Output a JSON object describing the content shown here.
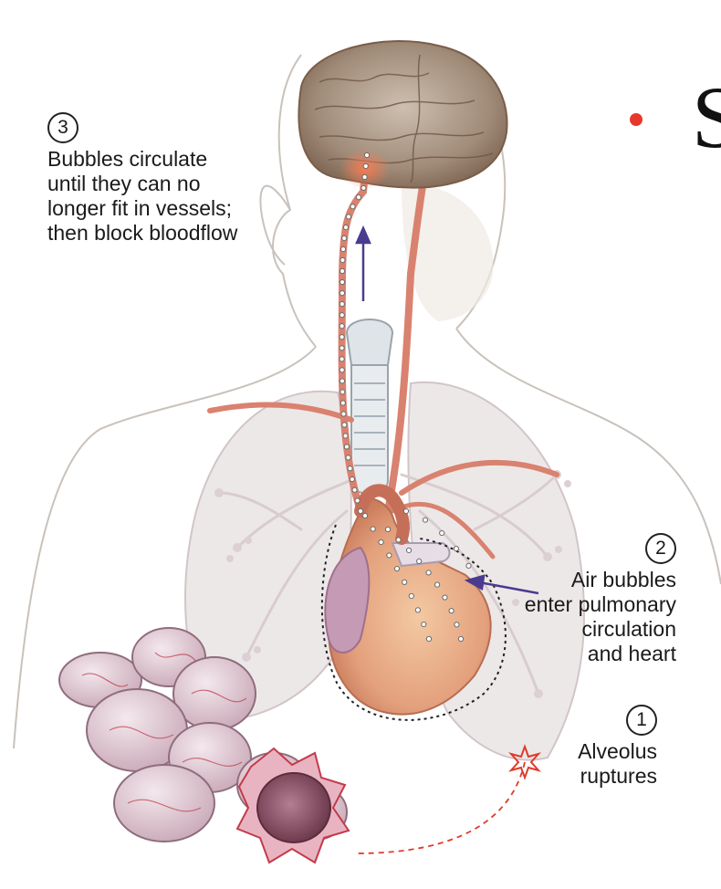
{
  "steps": [
    {
      "number": "1",
      "text": "Alveolus\nruptures"
    },
    {
      "number": "2",
      "text": "Air bubbles\nenter pulmonary\ncirculation\nand heart"
    },
    {
      "number": "3",
      "text": "Bubbles circulate\nuntil they can no\nlonger fit in vessels;\nthen block bloodflow"
    }
  ],
  "slide": {
    "cropped_title_letter": "S"
  },
  "colors": {
    "artery": "#d9826f",
    "bubble": "#ffffff",
    "arrow": "#4a3b8f",
    "rupture_mark": "#e03a2a",
    "lung_tissue": "#e8dcdc",
    "alveoli": "#d9c2cb",
    "bullet": "#e8382b"
  }
}
